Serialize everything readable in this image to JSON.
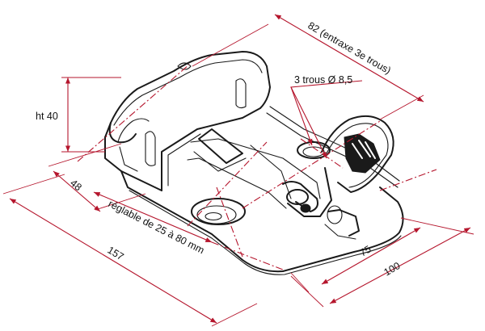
{
  "colors": {
    "dimension": "#b5162d",
    "outline": "#1a1a1a",
    "background": "#ffffff"
  },
  "dimensions": {
    "entraxe": "82 (entraxe 3e trous)",
    "trous": "3 trous Ø 8,5",
    "height": "ht 40",
    "d48": "48",
    "reglable": "réglable  de 25 à 80 mm",
    "d157": "157",
    "d75": "75",
    "d100": "100"
  }
}
